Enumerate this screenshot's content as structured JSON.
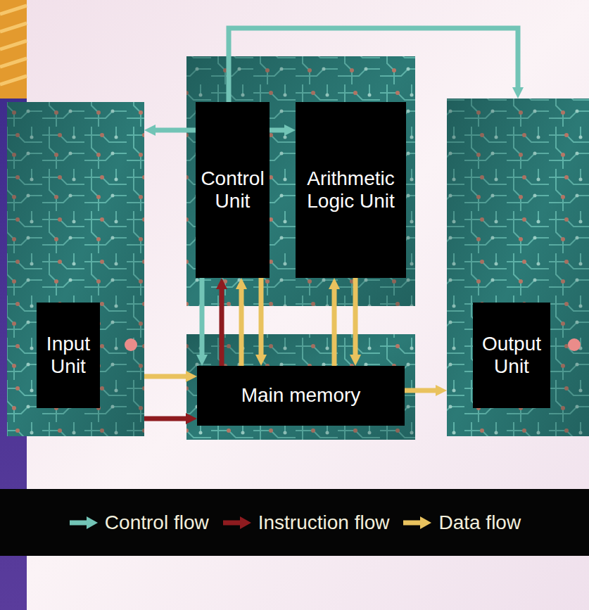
{
  "diagram": {
    "nodes": [
      {
        "text": [
          "Input Unit"
        ]
      },
      {
        "text": [
          "Control Unit"
        ]
      },
      {
        "text": [
          "Arithmetic Logic Unit"
        ]
      },
      {
        "text": [
          "Main memory"
        ]
      },
      {
        "text": [
          "Output Unit"
        ]
      }
    ],
    "edges": [
      {
        "from": 1,
        "to": 0,
        "arrow": "to"
      },
      {
        "from": 1,
        "to": 2,
        "arrow": "to"
      },
      {
        "from": 1,
        "to": 4,
        "arrow": "to"
      },
      {
        "from": 1,
        "to": 3,
        "arrow": "to"
      },
      {
        "from": 3,
        "to": 1,
        "arrow": "to"
      },
      {
        "from": 3,
        "to": 1,
        "arrow": "to"
      },
      {
        "from": 1,
        "to": 3,
        "arrow": "to"
      },
      {
        "from": 3,
        "to": 2,
        "arrow": "to"
      },
      {
        "from": 2,
        "to": 3,
        "arrow": "to"
      },
      {
        "from": 0,
        "to": 3,
        "arrow": "to"
      },
      {
        "from": 0,
        "to": 3,
        "arrow": "to"
      },
      {
        "from": 3,
        "to": 4,
        "arrow": "to"
      }
    ],
    "legend": [
      {
        "text": "Control flow",
        "color": "#72c4b6"
      },
      {
        "text": "Instruction flow",
        "color": "#8e1b1f"
      },
      {
        "text": "Data flow",
        "color": "#e9c25e"
      }
    ]
  }
}
